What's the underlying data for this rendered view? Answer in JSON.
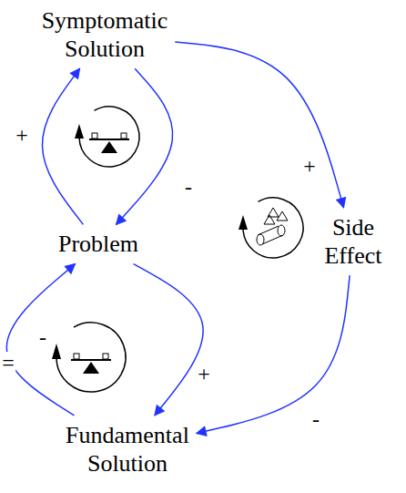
{
  "diagram": {
    "nodes": [
      {
        "text": [
          "Symptomatic Solution"
        ]
      },
      {
        "text": [
          "Problem"
        ]
      },
      {
        "text": [
          "Side Effect"
        ]
      },
      {
        "text": [
          "Fundamental Solution"
        ]
      }
    ],
    "edges": [
      {
        "from": 1,
        "to": 0,
        "arrow": "to",
        "label": "+"
      },
      {
        "from": 0,
        "to": 1,
        "arrow": "to",
        "label": "-"
      },
      {
        "from": 0,
        "to": 2,
        "arrow": "to",
        "label": "+"
      },
      {
        "from": 2,
        "to": 3,
        "arrow": "to",
        "label": "-"
      },
      {
        "from": 1,
        "to": 3,
        "arrow": "to",
        "label": "+"
      },
      {
        "from": 3,
        "to": 1,
        "arrow": "to",
        "label": "="
      }
    ],
    "labels": [
      "-"
    ]
  }
}
